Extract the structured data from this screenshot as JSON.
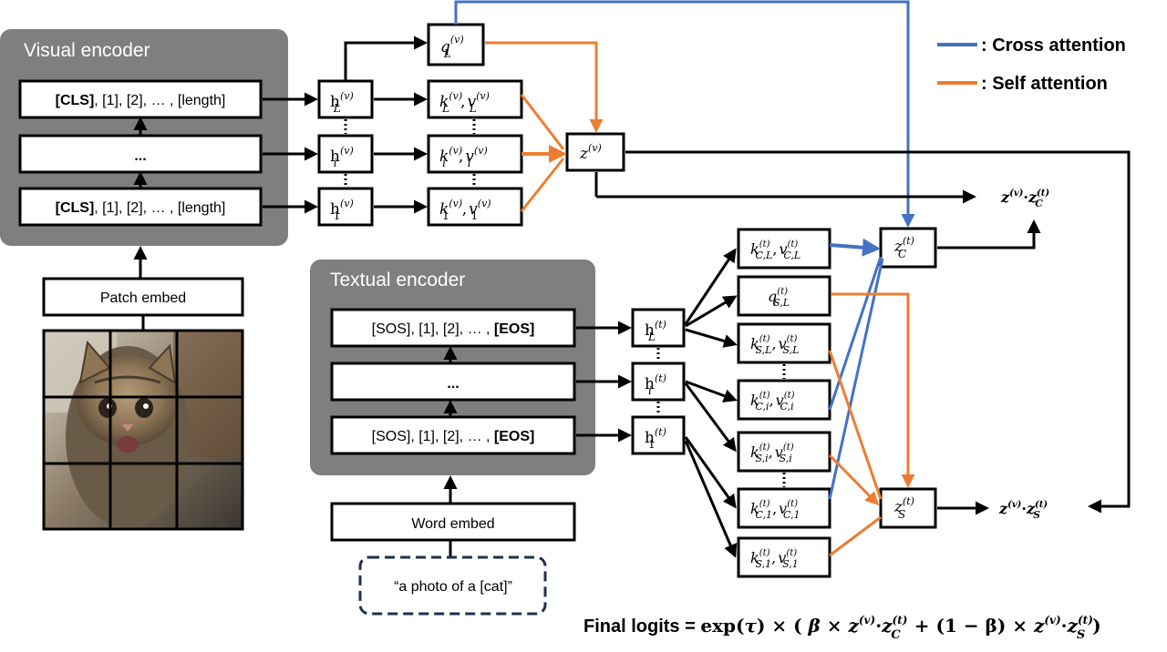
{
  "visual_encoder": {
    "title": "Visual encoder",
    "row_top_tag": "[CLS]",
    "row_top_rest": ", [1], [2], … , [length]",
    "row_middle": "...",
    "row_bottom_tag": "[CLS]",
    "row_bottom_rest": ", [1], [2], … , [length]"
  },
  "patch_embed": "Patch embed",
  "textual_encoder": {
    "title": "Textual encoder",
    "row_top_rest": "[SOS], [1], [2], … , ",
    "row_top_tag": "[EOS]",
    "row_middle": "...",
    "row_bottom_rest": "[SOS], [1], [2], … , ",
    "row_bottom_tag": "[EOS]"
  },
  "word_embed": "Word embed",
  "prompt": "“a photo of a [cat]”",
  "legend": {
    "cross": ": Cross attention",
    "self": ": Self attention",
    "cross_color": "#4472C4",
    "self_color": "#ED7D31"
  },
  "visual_nodes": {
    "h_sym": "h",
    "h_sup": "(v)",
    "h_L": "L",
    "h_i": "i",
    "h_1": "1",
    "q_sym": "q",
    "k_sym": "k",
    "v_sym": "v",
    "z_sym": "z",
    "z_sup": "(v)"
  },
  "text_nodes": {
    "h_sym": "h",
    "sup": "(t)",
    "sub_L": "L",
    "sub_i": "i",
    "sub_1": "1",
    "sub_CL": "C,L",
    "sub_SL": "S,L",
    "sub_Ci": "C,i",
    "sub_Si": "S,i",
    "sub_C1": "C,1",
    "sub_S1": "S,1",
    "sub_C": "C",
    "sub_S": "S",
    "comma": ","
  },
  "outputs": {
    "zc_label": "z^(v)·z_C^(t)",
    "zs_label": "z^(v)·z_S^(t)"
  },
  "formula": {
    "prefix": "Final logits = ",
    "exp": "exp",
    "tau": "τ",
    "times": "×",
    "beta": "β",
    "one_minus": "1 − β",
    "plus": "+"
  }
}
